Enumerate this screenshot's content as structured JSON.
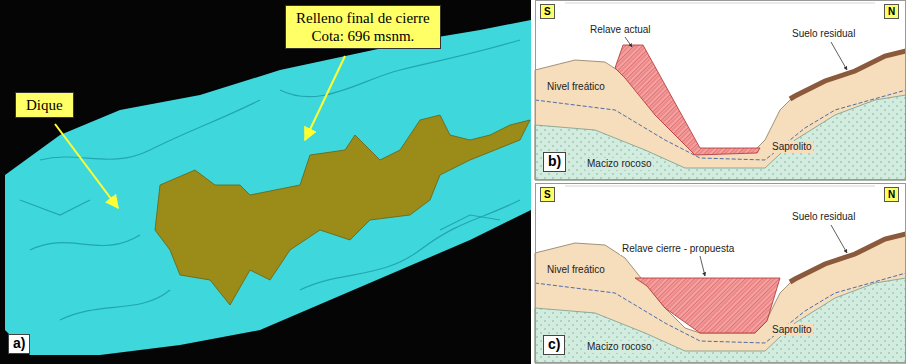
{
  "diagram": {
    "nodes": [
      {
        "text": [
          "Dique"
        ]
      },
      {
        "text": [
          "Relleno final de cierre",
          "Cota: 696 msnm."
        ]
      },
      {
        "text": [
          "a)"
        ]
      },
      {
        "text": [
          "S"
        ]
      },
      {
        "text": [
          "N"
        ]
      },
      {
        "text": [
          "b)"
        ]
      },
      {
        "text": [
          "S"
        ]
      },
      {
        "text": [
          "N"
        ]
      },
      {
        "text": [
          "c)"
        ]
      }
    ],
    "labels": [
      "Relave actual",
      "Suelo residual",
      "Nivel freático",
      "Saprolito",
      "Macizo rocoso",
      "Relave cierre - propuesta",
      "Suelo residual",
      "Nivel freático",
      "Saprolito",
      "Macizo rocoso"
    ]
  }
}
